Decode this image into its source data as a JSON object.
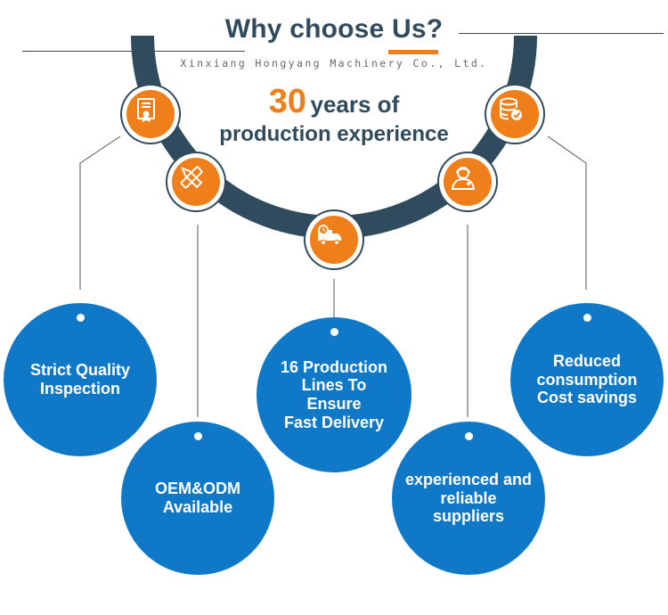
{
  "header": {
    "title": "Why choose Us?",
    "company": "Xinxiang Hongyang Machinery Co., Ltd."
  },
  "headline": {
    "number": "30",
    "rest": "years of",
    "line2": "production experience"
  },
  "badges": [
    {
      "icon": "certificate-icon"
    },
    {
      "icon": "pencil-ruler-icon"
    },
    {
      "icon": "delivery-truck-icon"
    },
    {
      "icon": "support-agent-icon"
    },
    {
      "icon": "database-check-icon"
    }
  ],
  "features": [
    {
      "label": "Strict Quality\nInspection"
    },
    {
      "label": "OEM&ODM\nAvailable"
    },
    {
      "label": "16 Production\nLines To\nEnsure\nFast Delivery"
    },
    {
      "label": "experienced and\nreliable\nsuppliers"
    },
    {
      "label": "Reduced\nconsumption\nCost savings"
    }
  ],
  "colors": {
    "accent_orange": "#ef7f1a",
    "dark_slate": "#2f4b5d",
    "feature_blue": "#0f79c8"
  }
}
